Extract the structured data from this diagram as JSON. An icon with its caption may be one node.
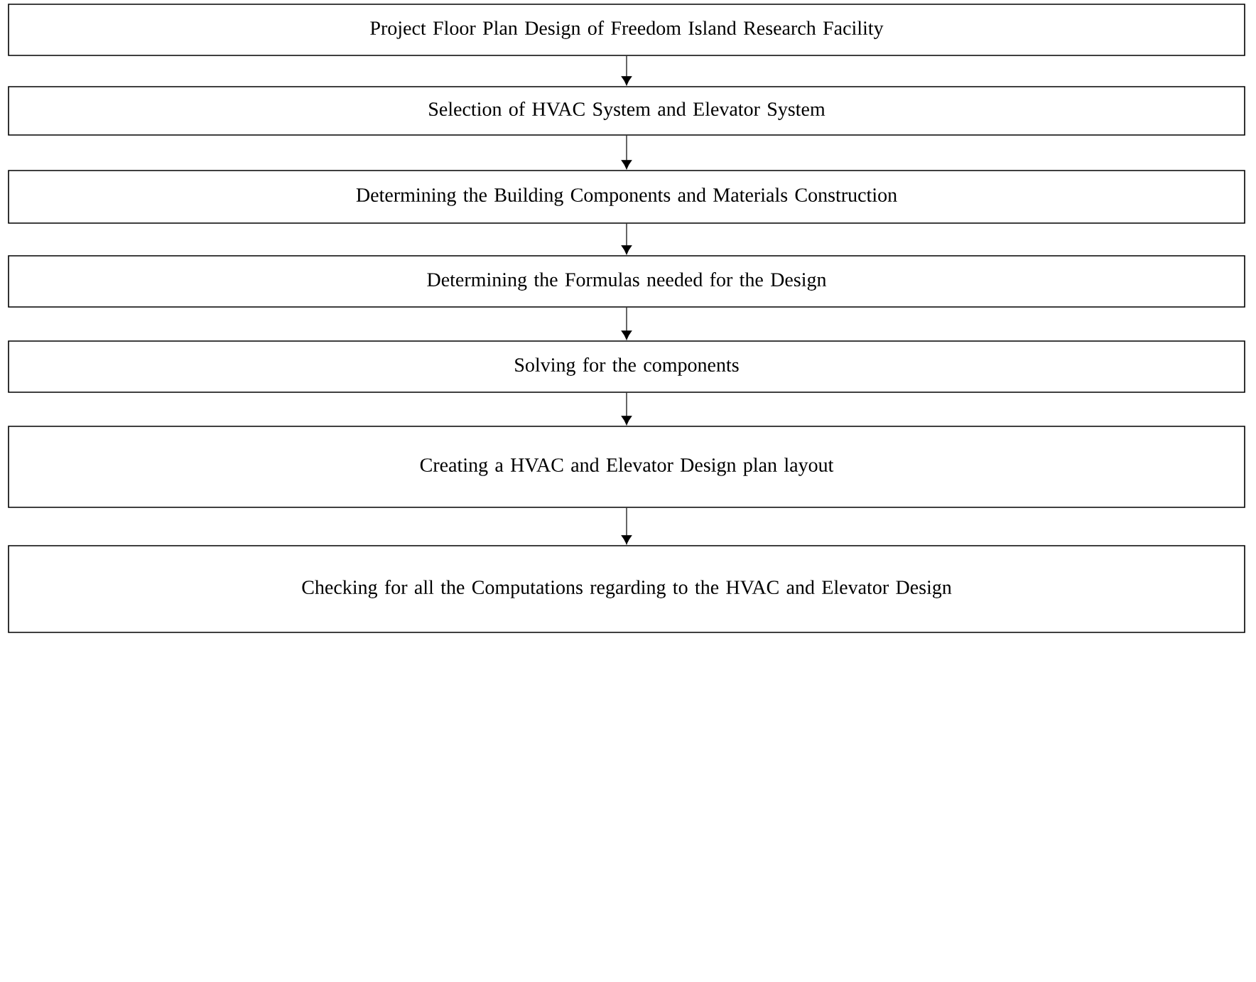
{
  "diagram": {
    "nodes": [
      {
        "text": [
          "Project Floor Plan Design  of Freedom Island Research Facility"
        ]
      },
      {
        "text": [
          "Selection of HVAC System and Elevator System"
        ]
      },
      {
        "text": [
          "Determining the Building Components and Materials Construction"
        ]
      },
      {
        "text": [
          "Determining the Formulas needed for the Design"
        ]
      },
      {
        "text": [
          "Solving  for the components"
        ]
      },
      {
        "text": [
          "Creating a HVAC and Elevator Design plan layout"
        ]
      },
      {
        "text": [
          "Checking for all the Computations regarding to the HVAC and Elevator Design"
        ]
      }
    ],
    "edges": [
      {
        "from": 0,
        "to": 1,
        "arrow": "to"
      },
      {
        "from": 1,
        "to": 2,
        "arrow": "to"
      },
      {
        "from": 2,
        "to": 3,
        "arrow": "to"
      },
      {
        "from": 3,
        "to": 4,
        "arrow": "to"
      },
      {
        "from": 4,
        "to": 5,
        "arrow": "to"
      },
      {
        "from": 5,
        "to": 6,
        "arrow": "to"
      }
    ]
  }
}
